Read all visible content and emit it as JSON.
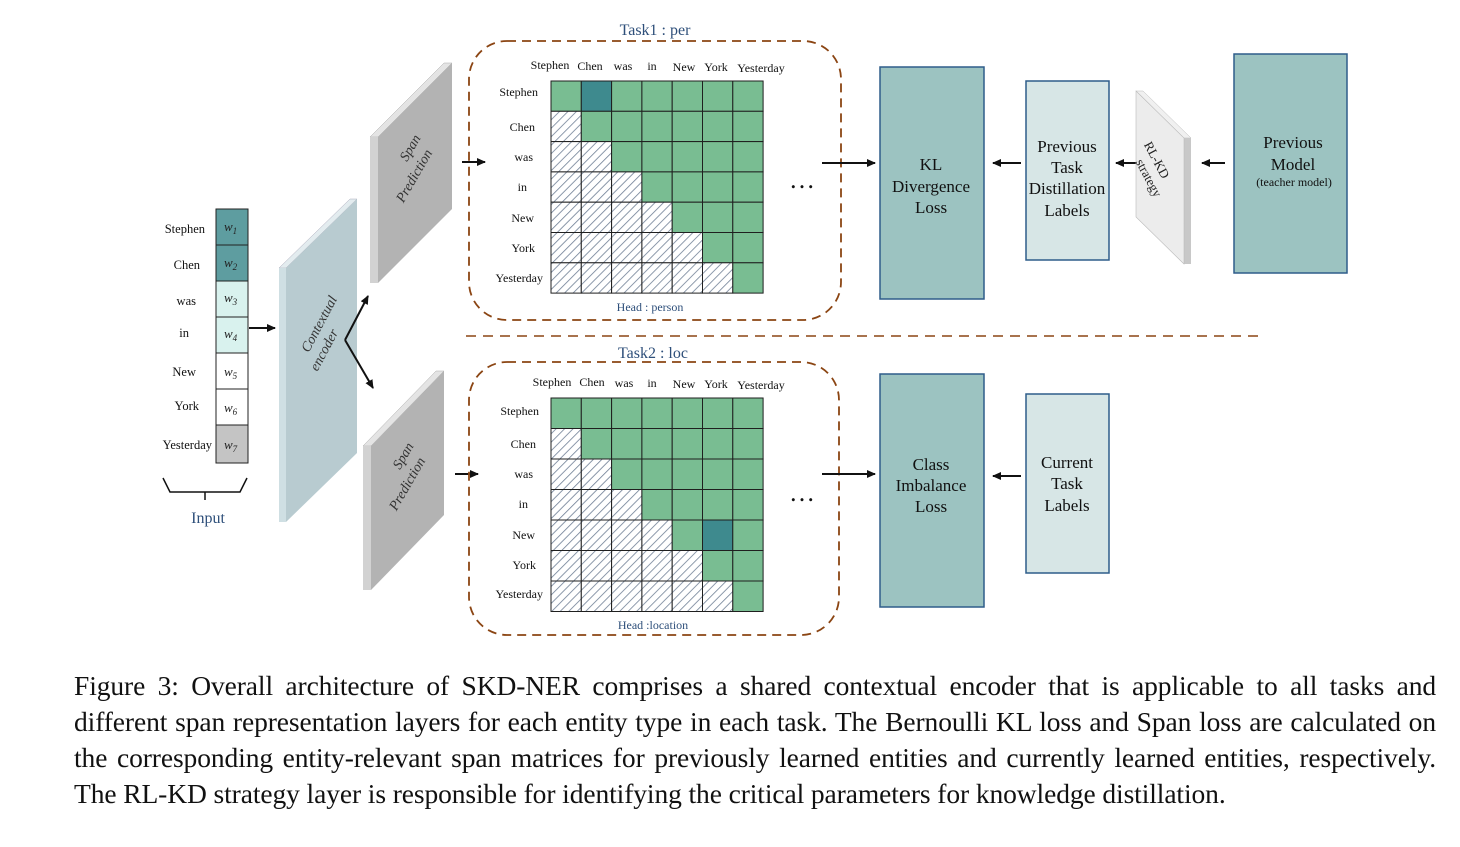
{
  "input": {
    "tokens": [
      "Stephen",
      "Chen",
      "was",
      "in",
      "New",
      "York",
      "Yesterday"
    ],
    "vectors": [
      "w",
      "w",
      "w",
      "w",
      "w",
      "w",
      "w"
    ],
    "subscripts": [
      "1",
      "2",
      "3",
      "4",
      "5",
      "6",
      "7"
    ],
    "label": "Input"
  },
  "encoder": {
    "line1": "Contextual",
    "line2": "encoder"
  },
  "span_prediction": {
    "line1": "Span",
    "line2": "Prediction"
  },
  "task1": {
    "title": "Task1 : per",
    "col_tokens": [
      "Stephen",
      "Chen",
      "was",
      "in",
      "New",
      "York",
      "Yesterday"
    ],
    "row_tokens": [
      "Stephen",
      "Chen",
      "was",
      "in",
      "New",
      "York",
      "Yesterday"
    ],
    "head": "Head : person"
  },
  "task2": {
    "title": "Task2 : loc",
    "col_tokens": [
      "Stephen",
      "Chen",
      "was",
      "in",
      "New",
      "York",
      "Yesterday"
    ],
    "row_tokens": [
      "Stephen",
      "Chen",
      "was",
      "in",
      "New",
      "York",
      "Yesterday"
    ],
    "head": "Head :location"
  },
  "ellipsis": "…",
  "kl_loss": {
    "line1": "KL",
    "line2": "Divergence",
    "line3": "Loss"
  },
  "prev_labels": {
    "line1": "Previous",
    "line2": "Task",
    "line3": "Distillation",
    "line4": "Labels"
  },
  "rlkd": {
    "line1": "RL-KD",
    "line2": "strategy"
  },
  "prev_model": {
    "line1": "Previous",
    "line2": "Model",
    "line3": "(teacher  model)"
  },
  "class_loss": {
    "line1": "Class",
    "line2": "Imbalance",
    "line3": "Loss"
  },
  "curr_labels": {
    "line1": "Current",
    "line2": "Task",
    "line3": "Labels"
  },
  "colors": {
    "cell_green": "#79bd92",
    "cell_highlight": "#3e8a8e",
    "loss_box": "#9cc3c1",
    "label_box": "#d7e6e6",
    "box_border": "#2e5d8a",
    "dashed_border": "#8b4513",
    "title_blue": "#2e4f7a"
  },
  "caption": "Figure 3: Overall architecture of SKD-NER comprises a shared contextual encoder that is applicable to all tasks and different span representation layers for each entity type in each task. The Bernoulli KL loss and Span loss are calculated on the corresponding entity-relevant span matrices for previously learned entities and currently learned entities, respectively. The RL-KD strategy layer is responsible for identifying the critical parameters for knowledge distillation."
}
